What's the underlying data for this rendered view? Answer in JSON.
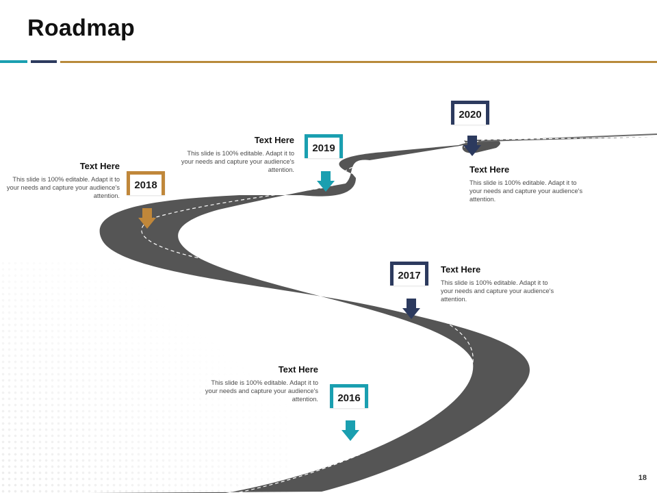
{
  "slide": {
    "title": "Roadmap",
    "page_number": "18",
    "colors": {
      "teal": "#1a9fb0",
      "navy": "#2c3a5e",
      "gold": "#c0873a",
      "road": "#555555",
      "lane_line": "#ffffff"
    }
  },
  "milestones": [
    {
      "year": "2016",
      "heading": "Text Here",
      "body": "This slide is 100% editable. Adapt it to your needs and capture your audience's attention.",
      "color": "#1a9fb0"
    },
    {
      "year": "2017",
      "heading": "Text Here",
      "body": "This slide is 100% editable. Adapt it to your needs and capture your audience's attention.",
      "color": "#2c3a5e"
    },
    {
      "year": "2018",
      "heading": "Text Here",
      "body": "This slide is 100% editable. Adapt it to your needs and capture your audience's attention.",
      "color": "#c0873a"
    },
    {
      "year": "2019",
      "heading": "Text Here",
      "body": "This slide is 100% editable. Adapt it to your needs and capture your audience's attention.",
      "color": "#1a9fb0"
    },
    {
      "year": "2020",
      "heading": "Text Here",
      "body": "This slide is 100% editable. Adapt it to your needs and capture your audience's attention.",
      "color": "#2c3a5e"
    }
  ]
}
